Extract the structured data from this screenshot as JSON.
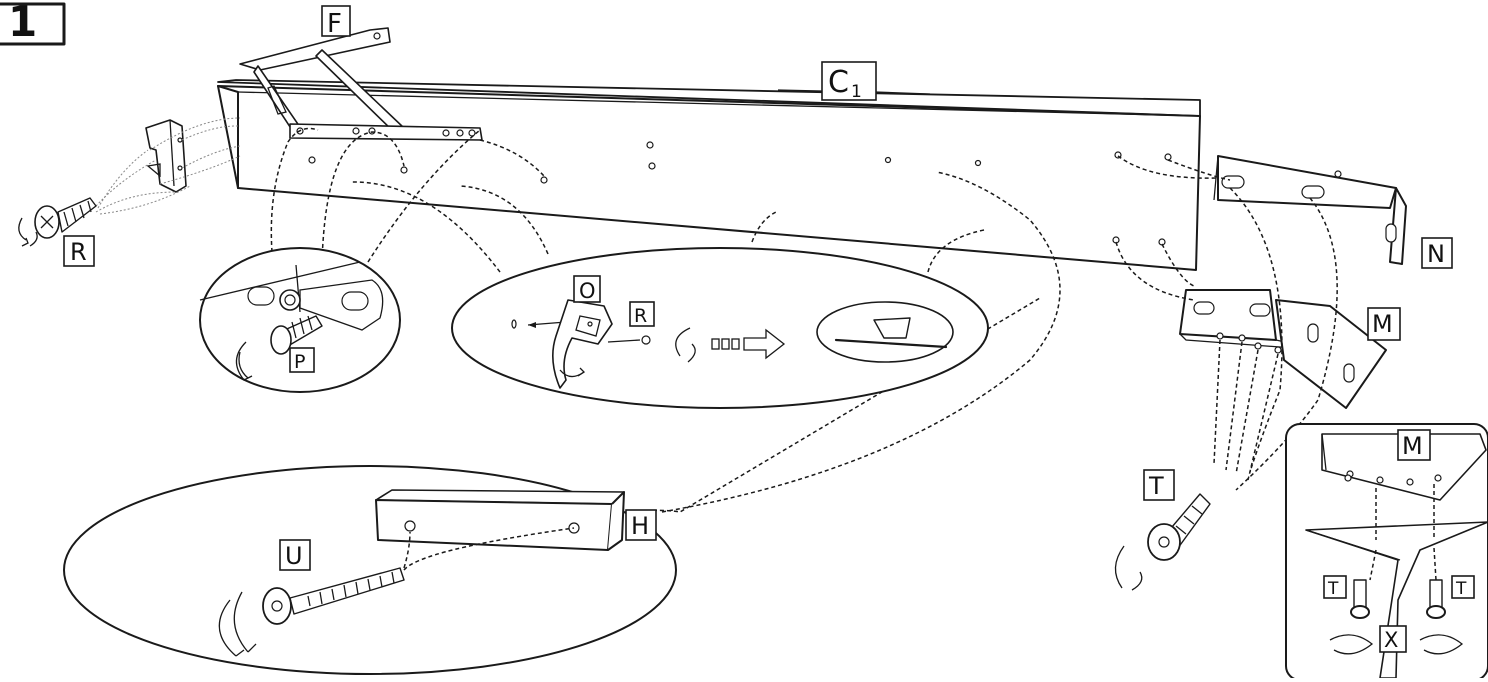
{
  "step": {
    "number": "1"
  },
  "labels": {
    "F": "F",
    "C_main": "C",
    "C_sub": "1",
    "R": "R",
    "R_small": "R",
    "O": "O",
    "P": "P",
    "N": "N",
    "M": "M",
    "M_inset": "M",
    "T": "T",
    "T_left": "T",
    "T_right": "T",
    "H": "H",
    "U": "U",
    "X": "X"
  }
}
